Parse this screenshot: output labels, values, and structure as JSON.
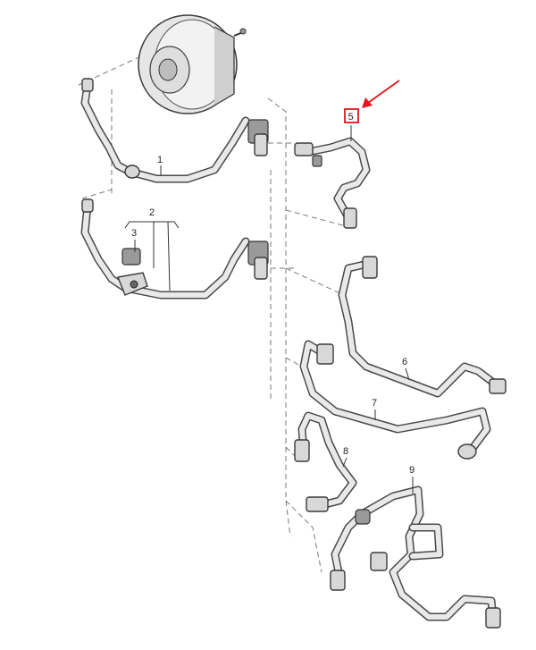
{
  "labels": {
    "p1": "1",
    "p2": "2",
    "p3": "3",
    "p5": "5",
    "p6": "6",
    "p7": "7",
    "p8": "8",
    "p9": "9"
  },
  "highlight": {
    "box_color": "#e3141e",
    "arrow_color": "#e3141e"
  }
}
